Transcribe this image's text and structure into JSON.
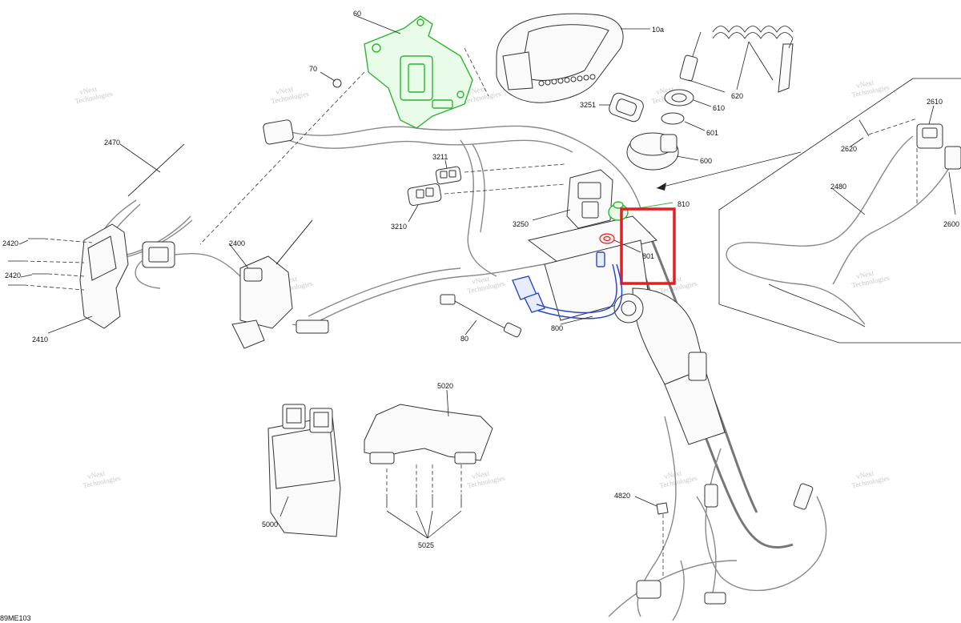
{
  "diagram": {
    "footer_code": "89ME103",
    "watermark_lines": [
      "vNext",
      "Technologies"
    ],
    "highlight": {
      "label": "801",
      "color": "#e02020"
    },
    "parts": [
      {
        "id": "60",
        "color": "#2fb52f"
      },
      {
        "id": "70"
      },
      {
        "id": "10a"
      },
      {
        "id": "620"
      },
      {
        "id": "3251"
      },
      {
        "id": "610"
      },
      {
        "id": "601"
      },
      {
        "id": "600"
      },
      {
        "id": "2470"
      },
      {
        "id": "3211"
      },
      {
        "id": "3210"
      },
      {
        "id": "3250"
      },
      {
        "id": "810",
        "color": "#2fb52f"
      },
      {
        "id": "801",
        "color": "#e02020"
      },
      {
        "id": "800",
        "color": "#2a47c8"
      },
      {
        "id": "80"
      },
      {
        "id": "2420"
      },
      {
        "id": "2420"
      },
      {
        "id": "2400"
      },
      {
        "id": "2410"
      },
      {
        "id": "2610"
      },
      {
        "id": "2620"
      },
      {
        "id": "2480"
      },
      {
        "id": "2600"
      },
      {
        "id": "5020"
      },
      {
        "id": "5000"
      },
      {
        "id": "5025"
      },
      {
        "id": "4820"
      }
    ]
  }
}
